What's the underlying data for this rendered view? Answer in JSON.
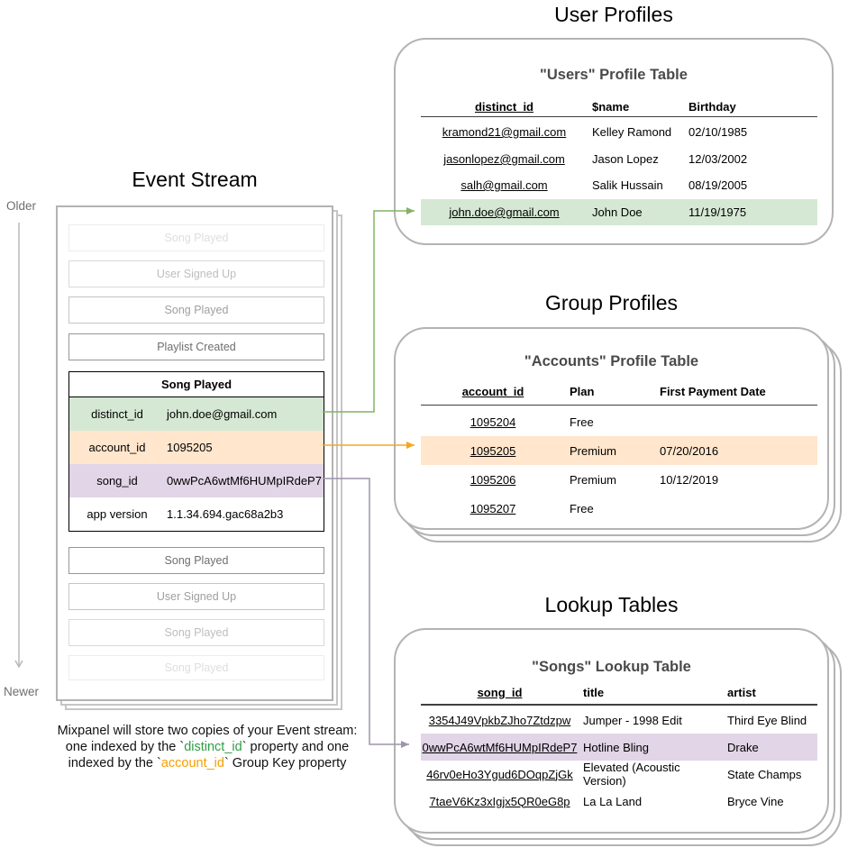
{
  "diagram": {
    "event_stream": {
      "title": "Event Stream",
      "older_label": "Older",
      "newer_label": "Newer",
      "events_before": [
        {
          "label": "Song Played"
        },
        {
          "label": "User Signed Up"
        },
        {
          "label": "Song Played"
        },
        {
          "label": "Playlist Created"
        }
      ],
      "focal_event": {
        "name": "Song Played",
        "properties": [
          {
            "key": "distinct_id",
            "value": "john.doe@gmail.com",
            "highlight": "green"
          },
          {
            "key": "account_id",
            "value": "1095205",
            "highlight": "orange"
          },
          {
            "key": "song_id",
            "value": "0wwPcA6wtMf6HUMpIRdeP7",
            "highlight": "purple"
          },
          {
            "key": "app version",
            "value": "1.1.34.694.gac68a2b3",
            "highlight": "none"
          }
        ]
      },
      "events_after": [
        {
          "label": "Song Played"
        },
        {
          "label": "User Signed Up"
        },
        {
          "label": "Song Played"
        },
        {
          "label": "Song Played"
        }
      ]
    },
    "caption": {
      "line1": "Mixpanel will store two copies of your Event stream:",
      "line2_pre": "one indexed by the `",
      "line2_code": "distinct_id",
      "line2_post": "` property and one",
      "line3_pre": "indexed by the `",
      "line3_code": "account_id",
      "line3_post": "` Group Key property"
    },
    "user_profiles": {
      "section_title": "User Profiles",
      "table_title": "\"Users\" Profile Table",
      "columns": [
        "distinct_id",
        "$name",
        "Birthday"
      ],
      "rows": [
        [
          "kramond21@gmail.com",
          "Kelley Ramond",
          "02/10/1985"
        ],
        [
          "jasonlopez@gmail.com",
          "Jason Lopez",
          "12/03/2002"
        ],
        [
          "salh@gmail.com",
          "Salik Hussain",
          "08/19/2005"
        ],
        [
          "john.doe@gmail.com",
          "John Doe",
          "11/19/1975"
        ]
      ],
      "highlighted_row_index": 3
    },
    "group_profiles": {
      "section_title": "Group Profiles",
      "table_title": "\"Accounts\" Profile Table",
      "columns": [
        "account_id",
        "Plan",
        "First Payment Date"
      ],
      "rows": [
        [
          "1095204",
          "Free",
          ""
        ],
        [
          "1095205",
          "Premium",
          "07/20/2016"
        ],
        [
          "1095206",
          "Premium",
          "10/12/2019"
        ],
        [
          "1095207",
          "Free",
          ""
        ]
      ],
      "highlighted_row_index": 1
    },
    "lookup_tables": {
      "section_title": "Lookup Tables",
      "table_title": "\"Songs\" Lookup Table",
      "columns": [
        "song_id",
        "title",
        "artist"
      ],
      "rows": [
        [
          "3354J49VpkbZJho7Ztdzpw",
          "Jumper - 1998 Edit",
          "Third Eye Blind"
        ],
        [
          "0wwPcA6wtMf6HUMpIRdeP7",
          "Hotline Bling",
          "Drake"
        ],
        [
          "46rv0eHo3Ygud6DOqpZjGk",
          "Elevated (Acoustic Version)",
          "State Champs"
        ],
        [
          "7taeV6Kz3xIgjx5QR0eG8p",
          "La La Land",
          "Bryce Vine"
        ]
      ],
      "highlighted_row_index": 1
    },
    "colors": {
      "green_highlight": "#d5e8d4",
      "orange_highlight": "#ffe6cc",
      "purple_highlight": "#e1d5e7",
      "green_arrow": "#82b366",
      "orange_arrow": "#f5a623",
      "purple_arrow": "#9e94ad",
      "timeline_arrow": "#b9b9b9",
      "caption_green": "#2f9e44",
      "caption_orange": "#f59f00"
    }
  }
}
